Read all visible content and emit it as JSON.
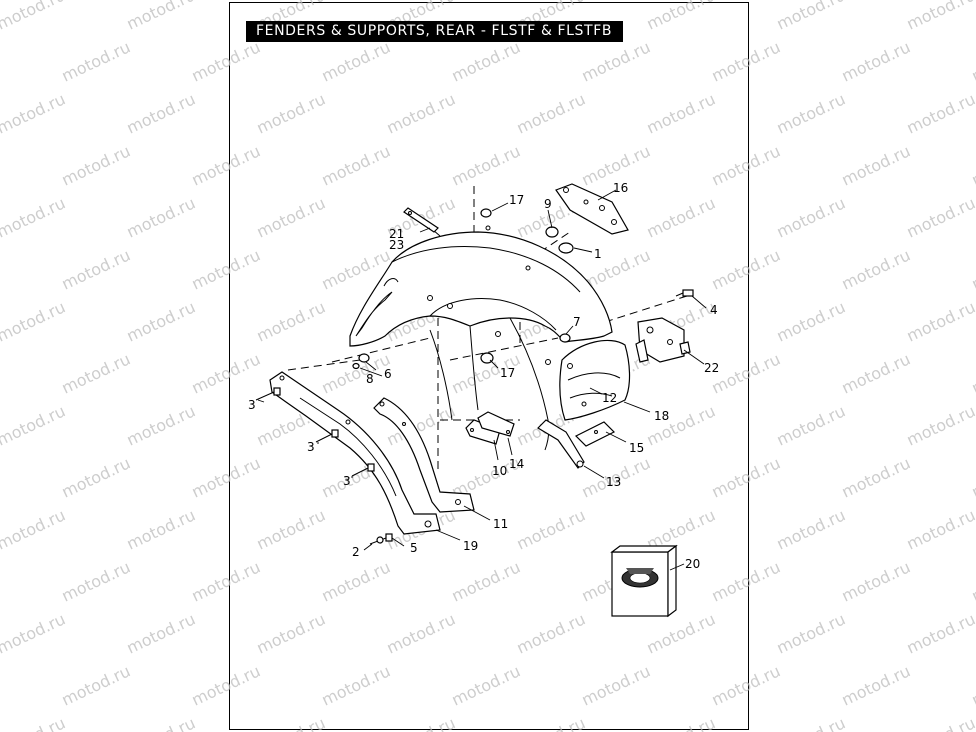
{
  "diagram": {
    "title": "FENDERS & SUPPORTS, REAR - FLSTF & FLSTFB",
    "watermark": "motod.ru",
    "callouts": [
      {
        "id": "c1",
        "label": "1"
      },
      {
        "id": "c2",
        "label": "2"
      },
      {
        "id": "c3a",
        "label": "3"
      },
      {
        "id": "c3b",
        "label": "3"
      },
      {
        "id": "c3c",
        "label": "3"
      },
      {
        "id": "c4",
        "label": "4"
      },
      {
        "id": "c5",
        "label": "5"
      },
      {
        "id": "c6",
        "label": "6"
      },
      {
        "id": "c7",
        "label": "7"
      },
      {
        "id": "c8",
        "label": "8"
      },
      {
        "id": "c9",
        "label": "9"
      },
      {
        "id": "c10",
        "label": "10"
      },
      {
        "id": "c11",
        "label": "11"
      },
      {
        "id": "c12",
        "label": "12"
      },
      {
        "id": "c13",
        "label": "13"
      },
      {
        "id": "c14",
        "label": "14"
      },
      {
        "id": "c15",
        "label": "15"
      },
      {
        "id": "c16",
        "label": "16"
      },
      {
        "id": "c17a",
        "label": "17"
      },
      {
        "id": "c17b",
        "label": "17"
      },
      {
        "id": "c18",
        "label": "18"
      },
      {
        "id": "c19",
        "label": "19"
      },
      {
        "id": "c20",
        "label": "20"
      },
      {
        "id": "c21",
        "label": "21"
      },
      {
        "id": "c22",
        "label": "22"
      },
      {
        "id": "c23",
        "label": "23"
      }
    ]
  },
  "colors": {
    "ink": "#000000",
    "paper": "#ffffff",
    "watermark": "#bdbdbd"
  }
}
